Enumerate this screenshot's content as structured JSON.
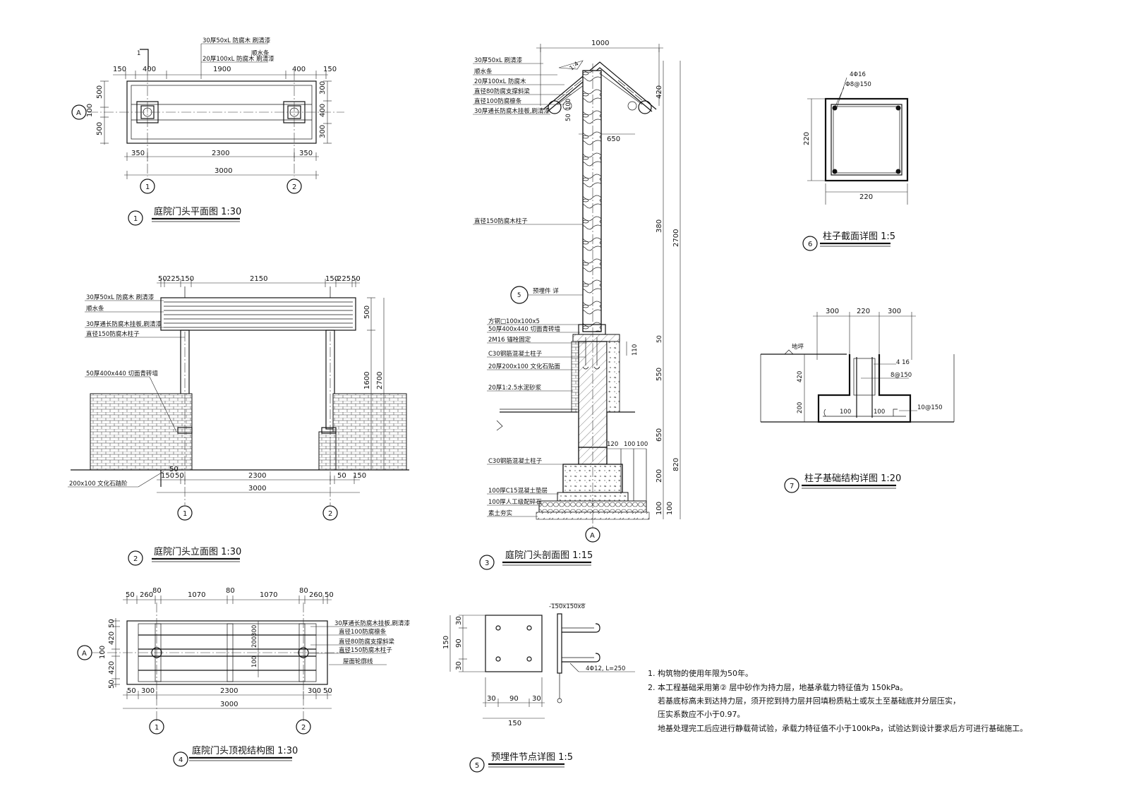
{
  "plan": {
    "note1": "30厚50xL 防腐木 刷清漆",
    "note2": "20厚100xL 防腐木 刷清漆",
    "note3": "顺水条",
    "section_mark": "1",
    "dims_top": [
      "150",
      "400",
      "1900",
      "400",
      "150"
    ],
    "dims_left": [
      "500",
      "100",
      "500"
    ],
    "dims_right": [
      "300",
      "400",
      "300"
    ],
    "dims_bottom": [
      "350",
      "2300",
      "350"
    ],
    "dim_total": "3000",
    "axis_a": "A",
    "axis_1": "1",
    "axis_2": "2",
    "title_num": "1",
    "title": "庭院门头平面图 1:30"
  },
  "elevation": {
    "dims_top": [
      "50",
      "225",
      "150",
      "2150",
      "150",
      "225",
      "50"
    ],
    "note1": "30厚50xL 防腐木 刷清漆",
    "note2": "顺水条",
    "note3": "30厚通长防腐木挂板,刷清漆",
    "note4": "直径150防腐木柱子",
    "note5": "50厚400x440 切面青砖墙",
    "note6": "200x100 文化石踏阶",
    "dims_right": [
      "500",
      "1600",
      "2700"
    ],
    "dims_bottom": [
      "150",
      "50",
      "2300",
      "50",
      "150"
    ],
    "dim_total": "3000",
    "dim_50": "50",
    "axis_1": "1",
    "axis_2": "2",
    "title_num": "2",
    "title": "庭院门头立面图 1:30"
  },
  "section": {
    "dim_top": "1000",
    "notes_roof": [
      "30厚50xL 刷清漆",
      "顺水条",
      "20厚100xL 防腐木",
      "直径80防腐支撑斜梁",
      "直径100防腐檩条",
      "30厚通长防腐木挂板,刷清漆"
    ],
    "slope": "1:4",
    "dim_50": "50",
    "dim_100": "100",
    "dim_650": "650",
    "dim_420": "420",
    "note_post": "直径150防腐木柱子",
    "detail_ref": "5",
    "detail_label": "预埋件 详",
    "notes_base": [
      "方钢□100x100x5",
      "50厚400x440 切面青砖墙",
      "2M16 锚栓固定",
      "C30钢筋混凝土柱子",
      "20厚200x100 文化石贴面",
      "20厚1:2.5水泥砂浆"
    ],
    "note_c30": "C30钢筋混凝土柱子",
    "notes_foot": [
      "100厚C15混凝土垫层",
      "100厚人工级配碎石",
      "素土夯实"
    ],
    "dims_right": [
      "380",
      "2700",
      "50",
      "550",
      "650",
      "820",
      "200",
      "100",
      "100",
      "110"
    ],
    "dims_foot": [
      "120",
      "100",
      "100"
    ],
    "axis_a": "A",
    "title_num": "3",
    "title": "庭院门头剖面图 1:15"
  },
  "top_view": {
    "dims_top": [
      "50",
      "260",
      "80",
      "1070",
      "80",
      "1070",
      "80",
      "260",
      "50"
    ],
    "dims_left": [
      "50",
      "420",
      "100",
      "420",
      "50"
    ],
    "notes": [
      "30厚通长防腐木挂板,刷清漆",
      "直径100防腐檩条",
      "直径80防腐支撑斜梁",
      "直径150防腐木柱子",
      "屋面轮廓线"
    ],
    "dims_center": [
      "200",
      "300",
      "100"
    ],
    "dims_bottom": [
      "50",
      "300",
      "2300",
      "300",
      "50"
    ],
    "dim_total": "3000",
    "axis_a": "A",
    "axis_1": "1",
    "axis_2": "2",
    "title_num": "4",
    "title": "庭院门头顶视结构图 1:30"
  },
  "embed": {
    "plate": "-150x150x8",
    "bolt": "4Φ12, L=250",
    "dims_left": [
      "30",
      "90",
      "30"
    ],
    "dim_left_total": "150",
    "dims_bottom": [
      "30",
      "90",
      "30"
    ],
    "dim_total": "150",
    "title_num": "5",
    "title": "预埋件节点详图 1:5"
  },
  "col_section": {
    "rebar": "4Φ16",
    "stirrup": "Φ8@150",
    "dim_side": "220",
    "dim_bottom": "220",
    "title_num": "6",
    "title": "柱子截面详图 1:5"
  },
  "foundation": {
    "dims_top": [
      "300",
      "220",
      "300"
    ],
    "level": "地坪",
    "rebar": "4 16",
    "stirrup": "8@150",
    "bot_rebar": "10@150",
    "dims_left": [
      "420",
      "200"
    ],
    "dims_bot": [
      "100",
      "100"
    ],
    "title_num": "7",
    "title": "柱子基础结构详图 1:20"
  },
  "notes": [
    "1. 构筑物的使用年限为50年。",
    "2. 本工程基础采用第② 层中砂作为持力层，地基承载力特征值为 150kPa。",
    "若基底标高未到达持力层，须开挖到持力层并回填粉质粘土或灰土至基础底并分层压实，",
    "压实系数应不小于0.97。",
    "地基处理完工后应进行静载荷试验，承载力特征值不小于100kPa，试验达到设计要求后方可进行基础施工。"
  ]
}
